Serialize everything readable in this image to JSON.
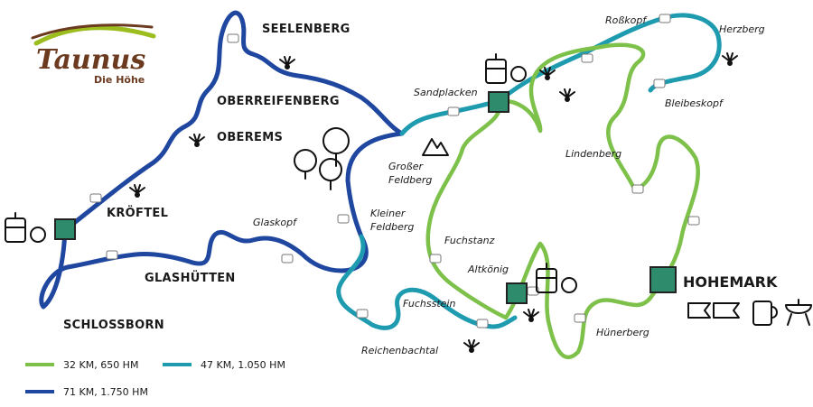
{
  "logo": {
    "name": "Taunus",
    "tagline": "Die Höhe"
  },
  "colors": {
    "green": "#7dc14a",
    "teal": "#1f9bb0",
    "blue": "#1f47a0",
    "station": "#2e8b6b",
    "logo_brown": "#6b3a1f",
    "logo_green": "#9cbd1e"
  },
  "places": {
    "seelenberg": "SEELENBERG",
    "oberreifenberg": "OBERREIFENBERG",
    "oberems": "OBEREMS",
    "kroeftel": "KRÖFTEL",
    "glashuetten": "GLASHÜTTEN",
    "schlossborn": "SCHLOSSBORN",
    "hohemark": "HOHEMARK"
  },
  "points": {
    "sandplacken": "Sandplacken",
    "grosser_feldberg": [
      "Großer",
      "Feldberg"
    ],
    "kleiner_feldberg": [
      "Kleiner",
      "Feldberg"
    ],
    "glaskopf": "Glaskopf",
    "fuchstanz": "Fuchstanz",
    "altkoenig": "Altkönig",
    "fuchsstein": "Fuchsstein",
    "reichenbachtal": "Reichenbachtal",
    "rosskopf": "Roßkopf",
    "herzberg": "Herzberg",
    "bleibeskopf": "Bleibeskopf",
    "lindenberg": "Lindenberg",
    "huenerberg": "Hünerberg"
  },
  "legend": [
    {
      "label": "32 KM, 650 HM",
      "color": "#7dc14a"
    },
    {
      "label": "47 KM, 1.050 HM",
      "color": "#1f9bb0"
    },
    {
      "label": "71 KM, 1.750 HM",
      "color": "#1f47a0"
    }
  ],
  "icons": [
    "viewpoint-icon",
    "refreshment-icon",
    "mountain-icon",
    "forest-icon",
    "flags-icon",
    "beer-icon",
    "barbecue-icon"
  ]
}
